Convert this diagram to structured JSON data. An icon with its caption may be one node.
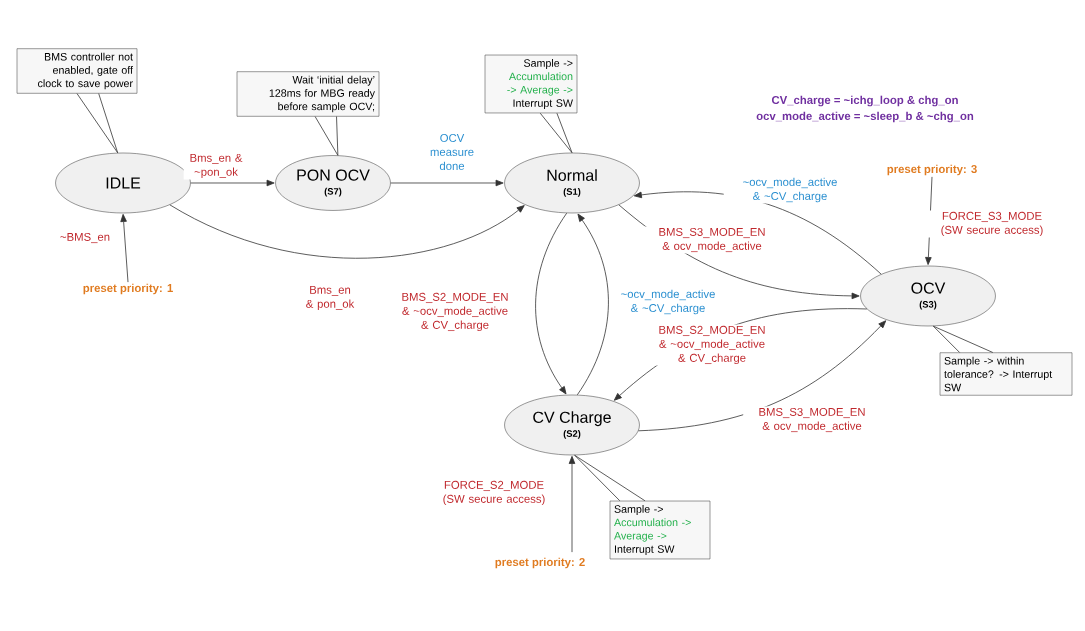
{
  "diagram": {
    "nodes": [
      {
        "text": [
          "IDLE"
        ]
      },
      {
        "text": [
          "PON OCV",
          "(S7)"
        ]
      },
      {
        "text": [
          "Normal",
          "(S1)"
        ]
      },
      {
        "text": [
          "OCV",
          "(S3)"
        ]
      },
      {
        "text": [
          "CV Charge",
          "(S2)"
        ]
      },
      {
        "text": [
          "BMS controller not enabled, gate off clock to save power"
        ]
      },
      {
        "text": [
          "Wait ‘initial delay’ 128ms for MBG ready before sample OCV;"
        ]
      },
      {
        "text": [
          "Sample ->",
          "Accumulation -> Average ->",
          "Interrupt SW"
        ]
      },
      {
        "text": [
          "Sample -> within tolerance? -> Interrupt SW"
        ]
      },
      {
        "text": [
          "Sample ->",
          "Accumulation -> Average ->",
          "Interrupt SW"
        ]
      },
      {
        "text": [
          "preset priority: 1"
        ]
      },
      {
        "text": [
          "preset priority: 3"
        ]
      },
      {
        "text": [
          "preset priority: 2"
        ]
      }
    ],
    "edges": [
      {
        "from": 0,
        "to": 1,
        "arrow": "to",
        "label": "Bms_en & ~pon_ok"
      },
      {
        "from": 1,
        "to": 2,
        "arrow": "to",
        "label": "OCV measure done"
      },
      {
        "from": 0,
        "to": 2,
        "arrow": "to",
        "label": "Bms_en & pon_ok"
      },
      {
        "from": 10,
        "to": 0,
        "arrow": "to",
        "label": "~BMS_en"
      },
      {
        "from": 2,
        "to": 3,
        "arrow": "to",
        "label": "BMS_S3_MODE_EN & ocv_mode_active"
      },
      {
        "from": 3,
        "to": 2,
        "arrow": "to",
        "label": "~ocv_mode_active & ~CV_charge"
      },
      {
        "from": 2,
        "to": 4,
        "arrow": "to",
        "label": "BMS_S2_MODE_EN & ~ocv_mode_active & CV_charge"
      },
      {
        "from": 4,
        "to": 2,
        "arrow": "to",
        "label": "~ocv_mode_active & ~CV_charge"
      },
      {
        "from": 3,
        "to": 4,
        "arrow": "to",
        "label": "BMS_S2_MODE_EN & ~ocv_mode_active & CV_charge"
      },
      {
        "from": 4,
        "to": 3,
        "arrow": "to",
        "label": "BMS_S3_MODE_EN & ocv_mode_active"
      },
      {
        "from": 11,
        "to": 3,
        "arrow": "to",
        "label": "FORCE_S3_MODE (SW secure access)"
      },
      {
        "from": 12,
        "to": 4,
        "arrow": "to",
        "label": "FORCE_S2_MODE (SW secure access)"
      },
      {
        "from": 5,
        "to": 0,
        "arrow": "none"
      },
      {
        "from": 6,
        "to": 1,
        "arrow": "none"
      },
      {
        "from": 7,
        "to": 2,
        "arrow": "none"
      },
      {
        "from": 8,
        "to": 3,
        "arrow": "none"
      },
      {
        "from": 9,
        "to": 4,
        "arrow": "none"
      }
    ],
    "labels": [
      "CV_charge = ~ichg_loop & chg_on",
      "ocv_mode_active = ~sleep_b & ~chg_on"
    ]
  }
}
